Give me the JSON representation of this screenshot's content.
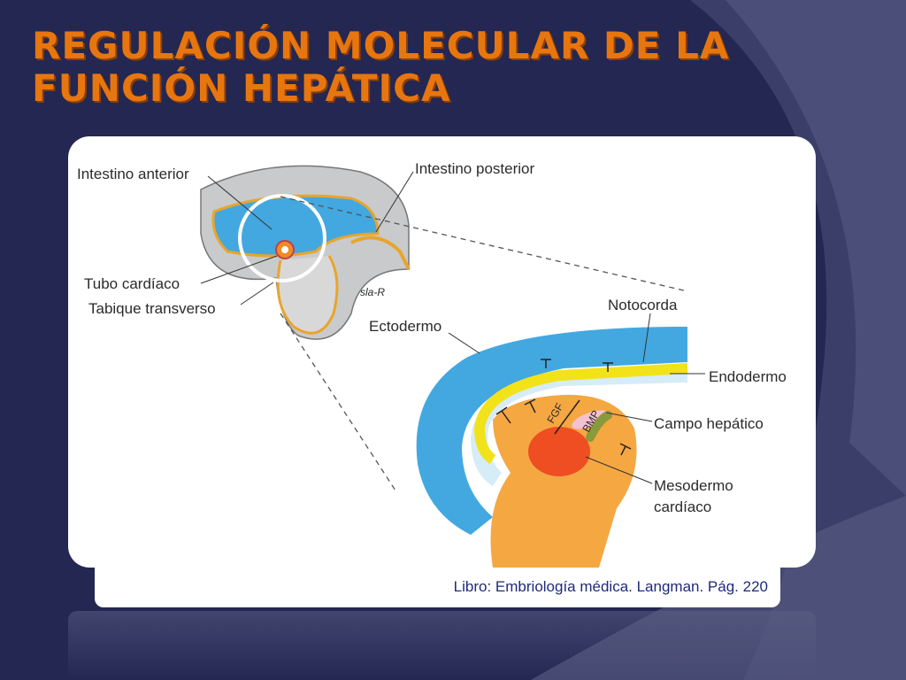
{
  "slide": {
    "title": "REGULACIÓN MOLECULAR DE LA FUNCIÓN HEPÁTICA",
    "caption": "Libro: Embriología médica. Langman. Pág. 220"
  },
  "figure": {
    "labels": {
      "intestino_anterior": "Intestino anterior",
      "intestino_posterior": "Intestino posterior",
      "tubo_cardiaco": "Tubo cardíaco",
      "tabique_transverso": "Tabique transverso",
      "notocorda": "Notocorda",
      "ectodermo": "Ectodermo",
      "endodermo": "Endodermo",
      "campo_hepatico": "Campo hepático",
      "mesodermo_line1": "Mesodermo",
      "mesodermo_line2": "cardíaco",
      "fgf": "FGF",
      "bmp": "BMP",
      "signature": "sla-R"
    }
  },
  "colors": {
    "background": "#232752",
    "title": "#e8760f",
    "caption_text": "#1f2a7a"
  }
}
